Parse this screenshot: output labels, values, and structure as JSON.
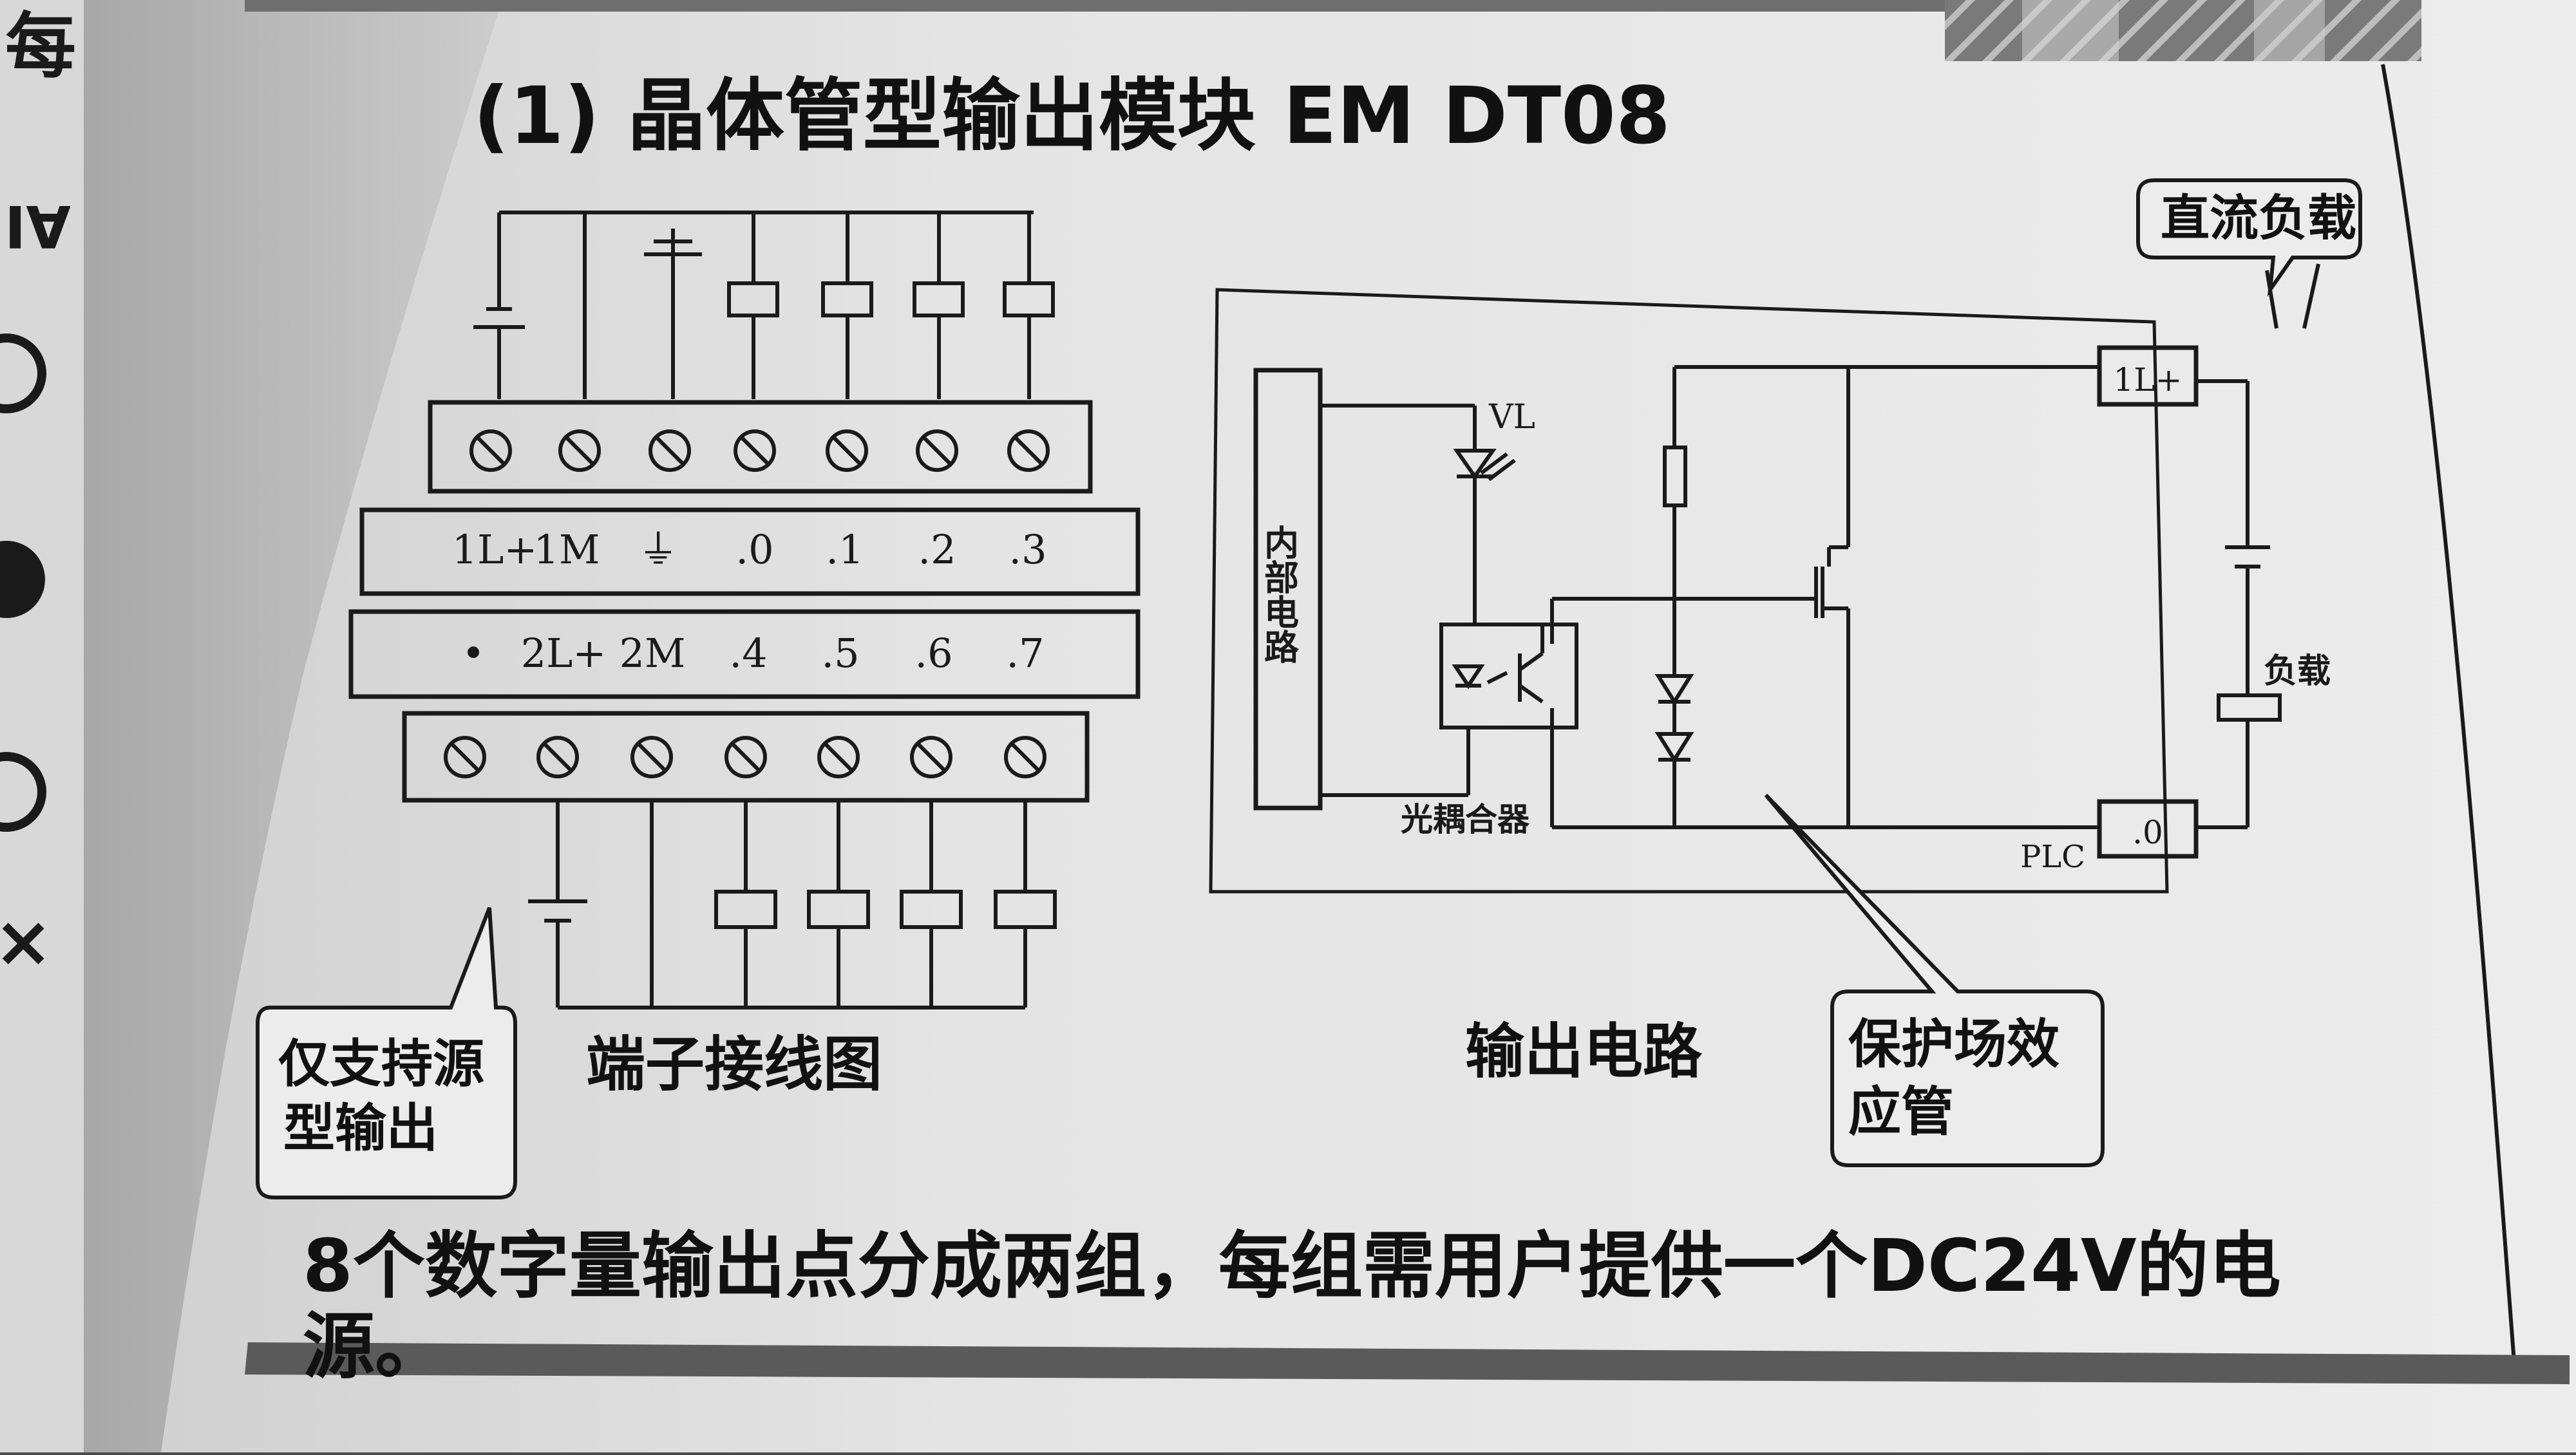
{
  "heading": "(1) 晶体管型输出模块 EM DT08",
  "terminal_diagram": {
    "top_row_labels": [
      "1L+",
      "1M",
      "⏚",
      ".0",
      ".1",
      ".2",
      ".3"
    ],
    "bottom_row_labels": [
      "•",
      "2L+",
      "2M",
      ".4",
      ".5",
      ".6",
      ".7"
    ],
    "caption": "端子接线图"
  },
  "output_circuit": {
    "internal_circuit": "内部电路",
    "vl_label": "VL",
    "optocoupler_label": "光耦合器",
    "terminal_1l_label": "1L+",
    "terminal_0_label": ".0",
    "plc_label": "PLC",
    "load_label": "负载",
    "caption": "输出电路"
  },
  "callouts": {
    "dc_load": "直流负载",
    "source_only_line1": "仅支持源",
    "source_only_line2": "型输出",
    "protect_fet_line1": "保护场效",
    "protect_fet_line2": "应管"
  },
  "footer_line1": "8个数字量输出点分成两组，每组需用户提供一个DC24V的电",
  "footer_line2": "源。",
  "side_glyphs": [
    "每",
    "AI",
    "○",
    "●",
    "○",
    "×"
  ],
  "colors": {
    "paper": "#e9e9e9",
    "ink": "#1a1a1a",
    "shadow": "#5a5a5a"
  }
}
